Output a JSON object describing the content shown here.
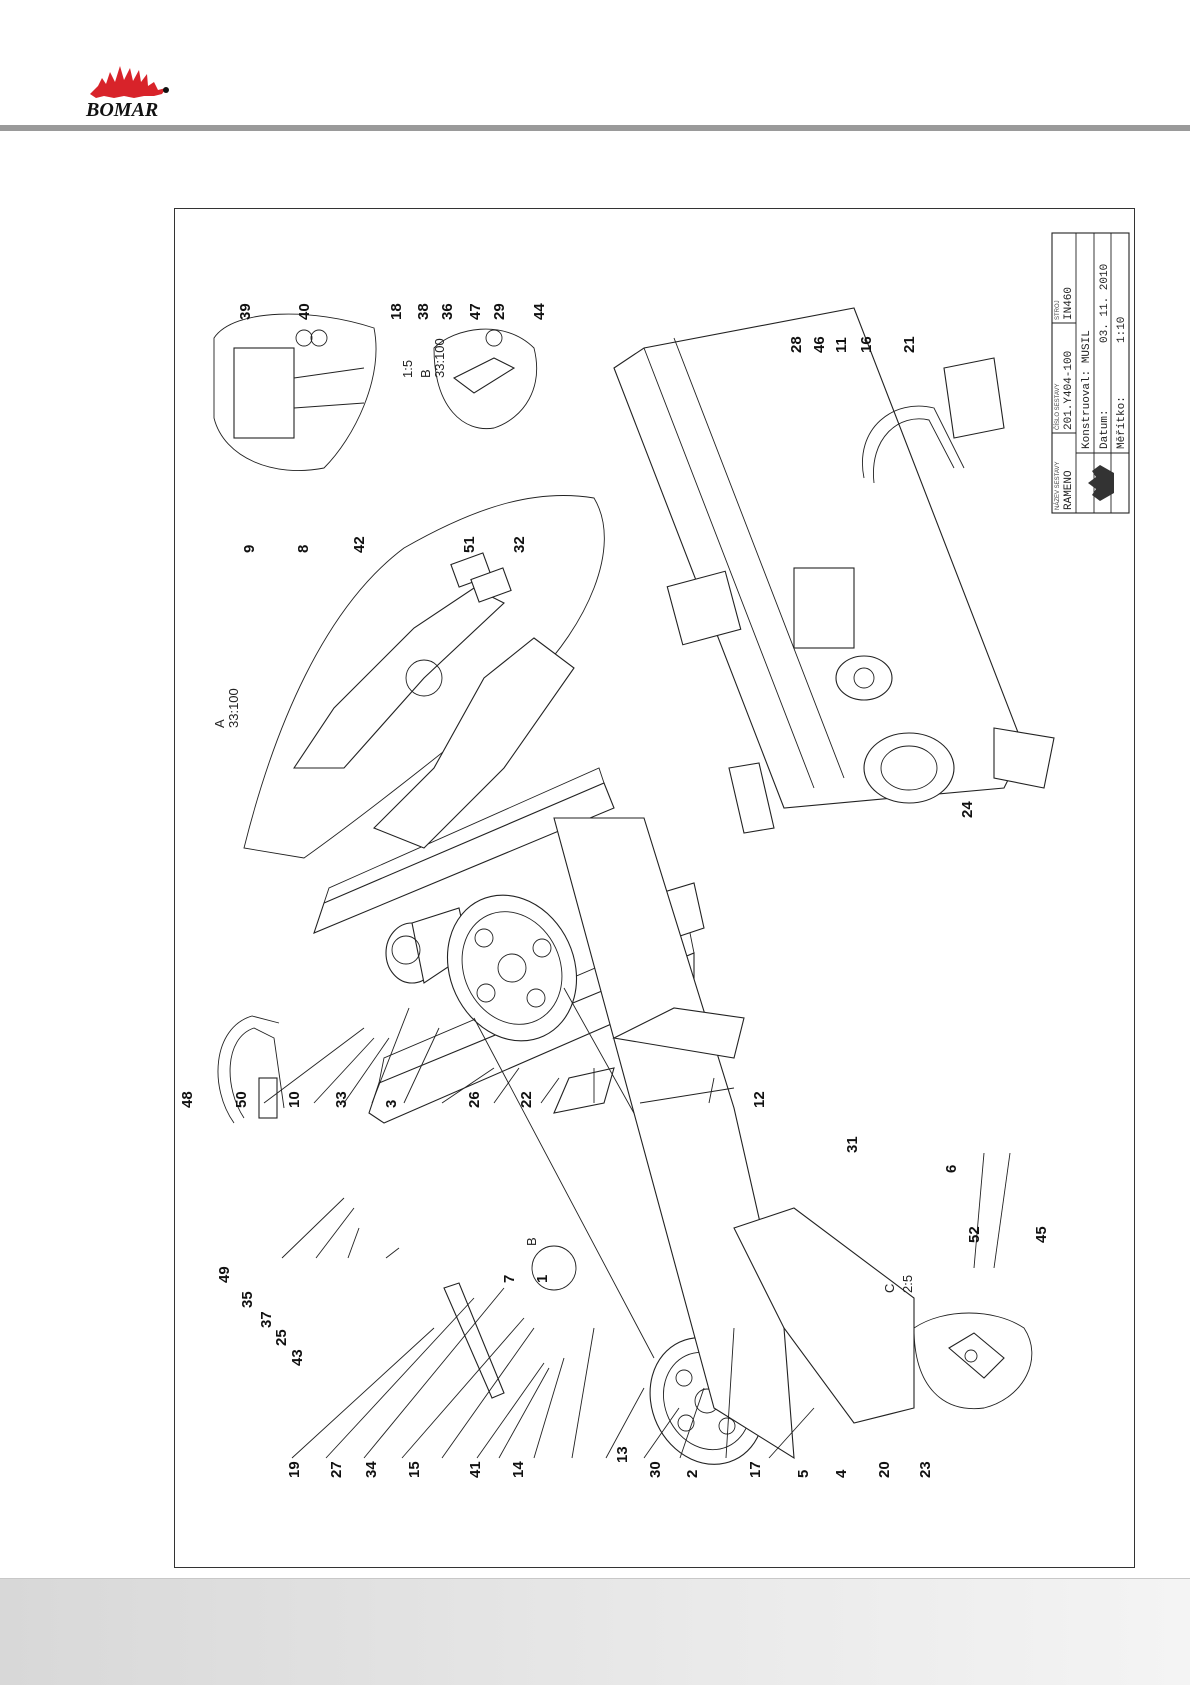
{
  "header": {
    "logo_text": "BOMAR",
    "logo_color": "#d8232a"
  },
  "callouts": [
    "19",
    "27",
    "34",
    "15",
    "41",
    "14",
    "13",
    "30",
    "2",
    "17",
    "5",
    "4",
    "20",
    "23",
    "48",
    "50",
    "10",
    "33",
    "3",
    "26",
    "22",
    "12",
    "31",
    "49",
    "35",
    "37",
    "25",
    "43",
    "7",
    "1",
    "6",
    "52",
    "45",
    "9",
    "8",
    "42",
    "51",
    "32",
    "39",
    "40",
    "18",
    "38",
    "36",
    "47",
    "29",
    "44",
    "28",
    "46",
    "11",
    "16",
    "21",
    "24"
  ],
  "detail_labels": {
    "A": "A",
    "A_scale": "33:100",
    "B": "B",
    "B_scale": "33:100",
    "B_side_scale": "1:5",
    "C": "C",
    "C_scale": "2:5"
  },
  "title_block": {
    "name_header": "NÁZEV SESTAVY",
    "name": "RAMENO",
    "number_header": "ČÍSLO SESTAVY",
    "number": "201.Y404-100",
    "machine_header": "STROJ",
    "machine": "IN460",
    "designer": "Konstruoval: MUSIL",
    "date_label": "Datum:",
    "date_value": "03. 11. 2010",
    "scale_label": "Měřítko:",
    "scale_value": "1:10"
  }
}
